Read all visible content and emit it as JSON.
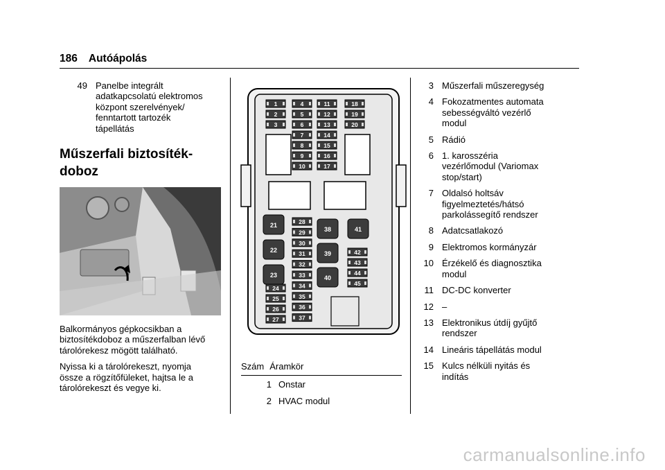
{
  "header": {
    "page_number": "186",
    "title": "Autóápolás"
  },
  "left_column": {
    "list_item": {
      "number": "49",
      "lines": [
        "Panelbe integrált",
        "adatkapcsolatú elektromos",
        "központ szerelvények/",
        "fenntartott tartozék",
        "tápellátás"
      ]
    },
    "section_title_lines": [
      "Műszerfali biztosíték-",
      "doboz"
    ],
    "paragraph1_lines": [
      "Balkormányos gépkocsikban a",
      "biztosítékdoboz a műszerfalban lévő",
      "tárolórekesz mögött található."
    ],
    "paragraph2_lines": [
      "Nyissa ki a tárolórekeszt, nyomja",
      "össze a rögzítőfüleket, hajtsa le a",
      "tárolórekeszt és vegye ki."
    ]
  },
  "middle_column": {
    "fuse_labels": {
      "col1": [
        "1",
        "2",
        "3"
      ],
      "col2": [
        "4",
        "5",
        "6",
        "7",
        "8",
        "9",
        "10"
      ],
      "col3": [
        "11",
        "12",
        "13",
        "14",
        "15",
        "16",
        "17"
      ],
      "col4": [
        "18",
        "19",
        "20"
      ],
      "left_big": [
        "21",
        "22",
        "23"
      ],
      "left_bottom": [
        "24",
        "25",
        "26",
        "27"
      ],
      "mid_stack": [
        "28",
        "29",
        "30",
        "31",
        "32",
        "33",
        "34",
        "35",
        "36",
        "37"
      ],
      "center_big": [
        "38",
        "39",
        "40"
      ],
      "right_big": [
        "41"
      ],
      "right_stack": [
        "42",
        "43",
        "44",
        "45"
      ]
    },
    "table": {
      "col_number_header": "Szám",
      "col_circuit_header": "Áramkör",
      "rows": [
        {
          "number": "1",
          "circuit": "Onstar"
        },
        {
          "number": "2",
          "circuit": "HVAC modul"
        }
      ]
    }
  },
  "right_column": {
    "items": [
      {
        "number": "3",
        "lines": [
          "Műszerfali műszeregység"
        ]
      },
      {
        "number": "4",
        "lines": [
          "Fokozatmentes automata",
          "sebességváltó vezérlő",
          "modul"
        ]
      },
      {
        "number": "5",
        "lines": [
          "Rádió"
        ]
      },
      {
        "number": "6",
        "lines": [
          "1. karosszéria",
          "vezérlőmodul (Variomax",
          "stop/start)"
        ]
      },
      {
        "number": "7",
        "lines": [
          "Oldalsó holtsáv",
          "figyelmeztetés/hátsó",
          "parkolássegítő rendszer"
        ]
      },
      {
        "number": "8",
        "lines": [
          "Adatcsatlakozó"
        ]
      },
      {
        "number": "9",
        "lines": [
          "Elektromos kormányzár"
        ]
      },
      {
        "number": "10",
        "lines": [
          "Érzékelő és diagnosztika",
          "modul"
        ]
      },
      {
        "number": "11",
        "lines": [
          "DC-DC konverter"
        ]
      },
      {
        "number": "12",
        "lines": [
          "–"
        ]
      },
      {
        "number": "13",
        "lines": [
          "Elektronikus útdíj gyűjtő",
          "rendszer"
        ]
      },
      {
        "number": "14",
        "lines": [
          "Lineáris tápellátás modul"
        ]
      },
      {
        "number": "15",
        "lines": [
          "Kulcs nélküli nyitás és",
          "indítás"
        ]
      }
    ]
  },
  "watermark": "carmanualsonline.info"
}
